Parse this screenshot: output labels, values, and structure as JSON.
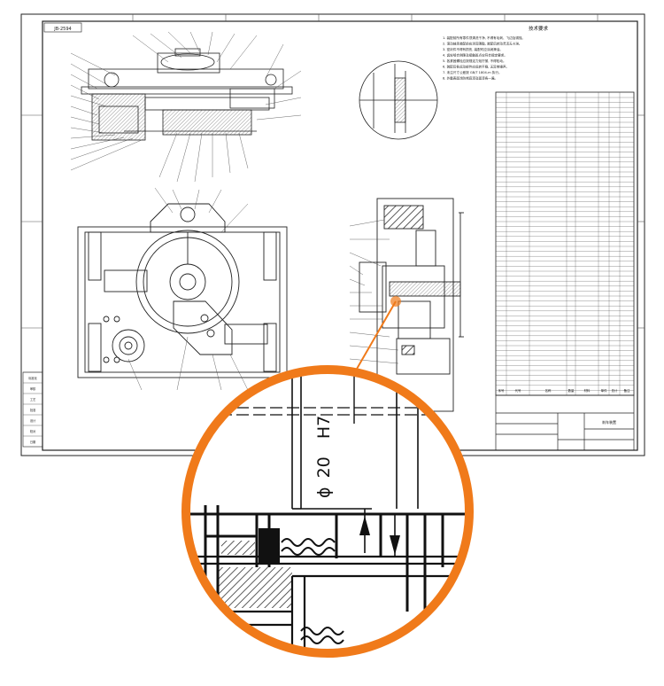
{
  "sheet": {
    "code_box": "JB-2594",
    "tech_title": "技术要求",
    "requirements": [
      "1. 装配前所有零件须清洗干净, 不得有毛刺、飞边及锈蚀。",
      "2. 滚动轴承装配前应涂润滑脂, 装配后转动灵活无卡滞。",
      "3. 密封件不得有损伤, 装配时应涂润滑油。",
      "4. 齿轮啮合侧隙及接触斑点应符合规定要求。",
      "5. 各紧固螺栓应按规定力矩拧紧, 不得松动。",
      "6. 装配后各运动部件应运转平稳, 无异常噪声。",
      "7. 未注尺寸公差按 GB/T 1804-m 执行。",
      "8. 外露表面涂防锈底漆及面漆各一遍。"
    ],
    "zoom_label_phi": "ϕ",
    "zoom_label_dim": "20",
    "zoom_label_fit": "H7",
    "title_block_name": "刹车装置",
    "bom_headers": [
      "序号",
      "代号",
      "名称",
      "数量",
      "材料",
      "单件",
      "总计",
      "备注"
    ],
    "side_labels": [
      "标准化",
      "审核",
      "工艺",
      "批准",
      "设计",
      "校对",
      "日期"
    ],
    "colors": {
      "line": "#1a1a1a",
      "accent": "#f07a1a",
      "paper": "#ffffff",
      "border": "#222222"
    }
  }
}
